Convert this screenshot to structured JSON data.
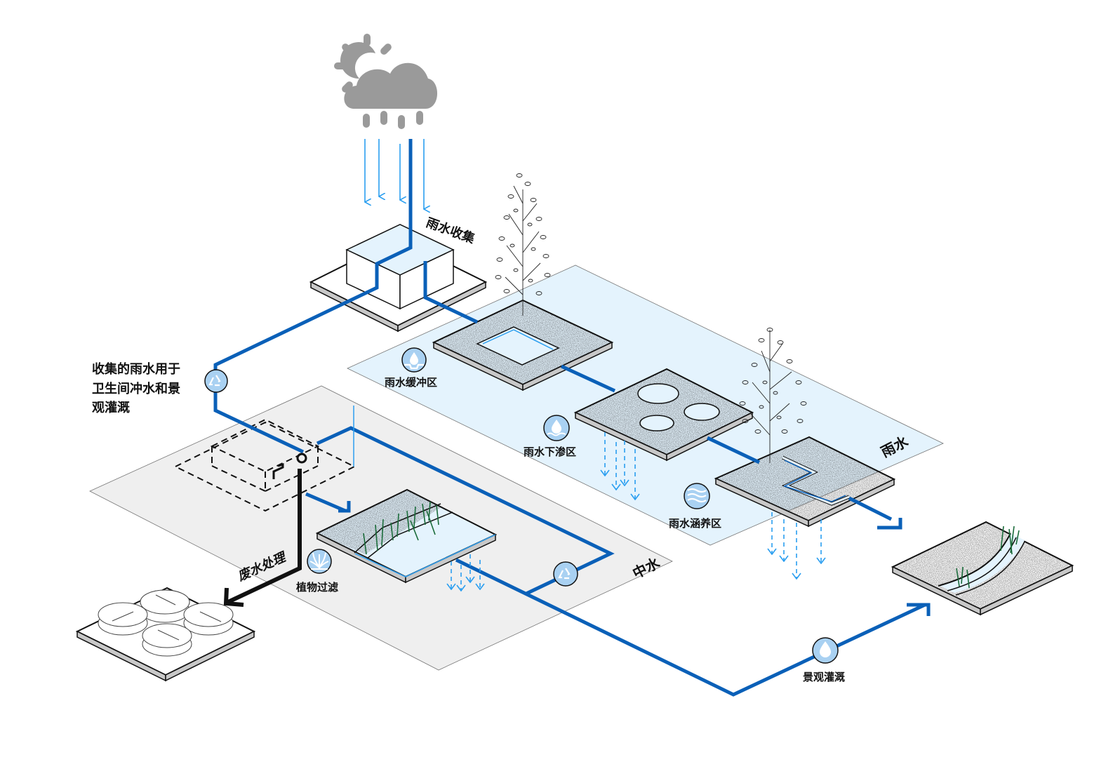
{
  "colors": {
    "pipe": "#0a60b8",
    "rain_arrow": "#2a9ef0",
    "rain_zone": "#e4f3fd",
    "grey_zone": "#efefef",
    "icon_fill": "#a9d1f2",
    "cloud": "#9a9a9a",
    "grass": "#1a6b3a",
    "outline": "#111111"
  },
  "zones": {
    "rainwater": {
      "label": "雨水"
    },
    "greywater": {
      "label": "中水"
    }
  },
  "labels": {
    "rain_collection": "雨水收集",
    "reuse_note_lines": [
      "收集的雨水用于",
      "卫生间冲水和景",
      "观灌溉"
    ],
    "buffer_zone": "雨水缓冲区",
    "infiltration_zone": "雨水下渗区",
    "retention_zone": "雨水涵养区",
    "wastewater": "废水处理",
    "plant_filtration": "植物过滤",
    "landscape_irrigation": "景观灌溉"
  },
  "icons": {
    "weather": "sun-cloud-rain-icon",
    "recycle": "recycle-icon",
    "buffer": "water-drop-basin-icon",
    "infiltration": "water-drop-waves-icon",
    "retention": "waves-icon",
    "plant": "plant-icon",
    "irrigation": "water-drop-icon",
    "faucet": "faucet-icon",
    "pump": "pump-icon"
  }
}
